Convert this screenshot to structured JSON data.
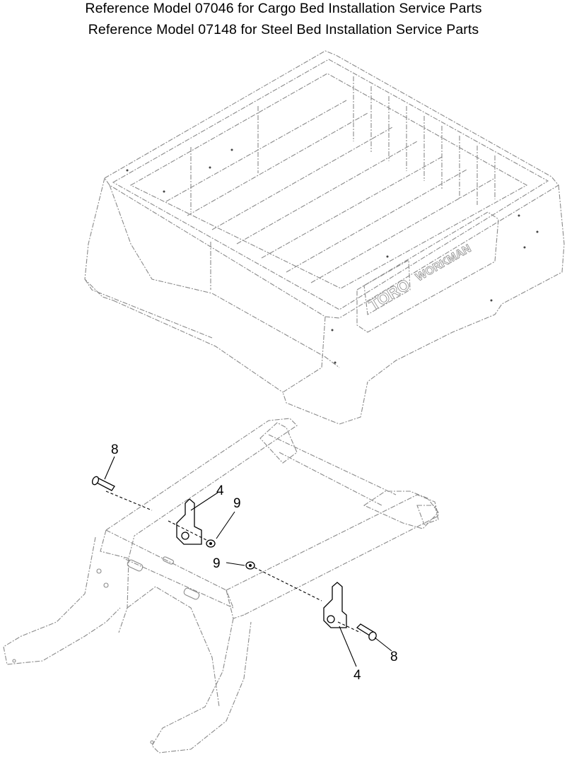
{
  "title": {
    "line1": "Reference Model 07046 for Cargo Bed Installation Service Parts",
    "line2": "Reference Model 07148 for Steel Bed Installation Service Parts"
  },
  "bed_branding": {
    "logo": "TORO",
    "model": "WORKMAN"
  },
  "callouts": [
    {
      "label": "8"
    },
    {
      "label": "4"
    },
    {
      "label": "9"
    },
    {
      "label": "9"
    },
    {
      "label": "4"
    },
    {
      "label": "8"
    }
  ]
}
